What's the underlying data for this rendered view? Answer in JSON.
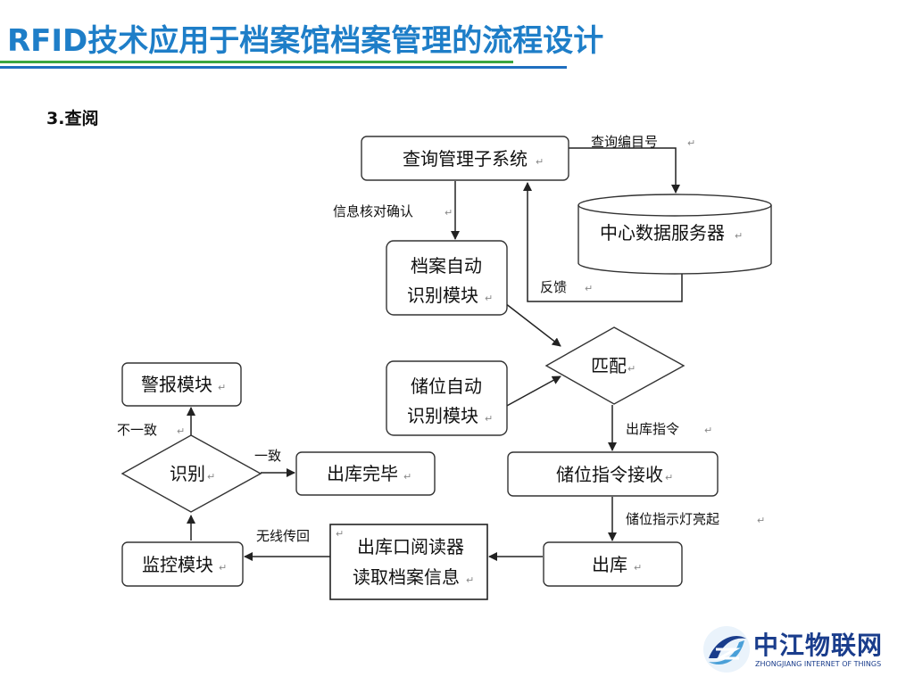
{
  "slide": {
    "title": "RFID技术应用于档案馆档案管理的流程设计",
    "section": "3.查阅"
  },
  "flowchart": {
    "nodes": {
      "query_subsystem": "查询管理子系统",
      "central_server": "中心数据服务器",
      "archive_rfid_line1": "档案自动",
      "archive_rfid_line2": "识别模块",
      "match": "匹配",
      "storage_rfid_line1": "储位自动",
      "storage_rfid_line2": "识别模块",
      "alarm_module": "警报模块",
      "identify": "识别",
      "checkout_done": "出库完毕",
      "storage_command_receive": "储位指令接收",
      "monitor_module": "监控模块",
      "gate_reader_line1": "出库口阅读器",
      "gate_reader_line2": "读取档案信息",
      "checkout": "出库"
    },
    "edge_labels": {
      "query_catalog": "查询编目号",
      "info_verify": "信息核对确认",
      "feedback": "反馈",
      "checkout_command": "出库指令",
      "storage_light_on": "储位指示灯亮起",
      "mismatch": "不一致",
      "match_ok": "一致",
      "wireless_return": "无线传回"
    },
    "return_mark": "↵"
  },
  "logo": {
    "name": "中江物联网",
    "subtitle": "ZHONGJIANG INTERNET OF THINGS",
    "colors": {
      "primary": "#1a3d8c",
      "accent": "#4aa0d8"
    }
  },
  "colors": {
    "title": "#1e7ec8",
    "title_line_green": "#3aa641",
    "title_line_blue": "#1e6fc0"
  }
}
